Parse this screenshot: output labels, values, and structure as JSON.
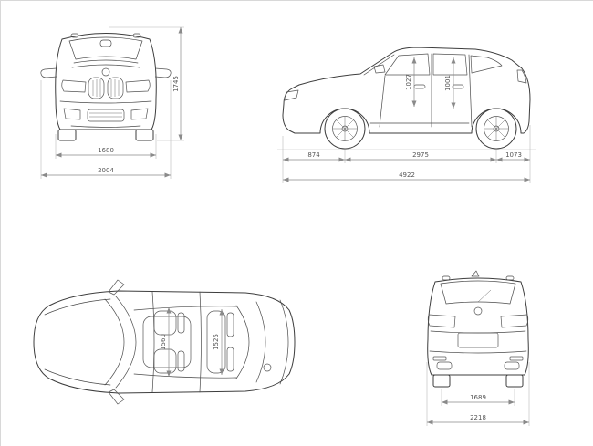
{
  "page": {
    "background": "#ffffff",
    "border_color": "#d8d8d8"
  },
  "diagram": {
    "type": "vehicle-dimension-drawing",
    "views": {
      "front": {
        "label": "front-view",
        "dims": {
          "width_lower": "1680",
          "width_overall": "2004",
          "height": "1745"
        }
      },
      "side": {
        "label": "side-view",
        "dims": {
          "front_overhang": "874",
          "wheelbase": "2975",
          "rear_overhang": "1073",
          "length": "4922",
          "interior_front": "1027",
          "interior_rear": "1001"
        }
      },
      "top": {
        "label": "top-view",
        "dims": {
          "interior_width_front": "1560",
          "interior_width_rear": "1525"
        }
      },
      "rear": {
        "label": "rear-view",
        "dims": {
          "track": "1689",
          "width_overall": "2218"
        }
      }
    },
    "colors": {
      "outline": "#3d3d3d",
      "dimension_line": "#8a8a8a",
      "dimension_text": "#555555"
    }
  }
}
